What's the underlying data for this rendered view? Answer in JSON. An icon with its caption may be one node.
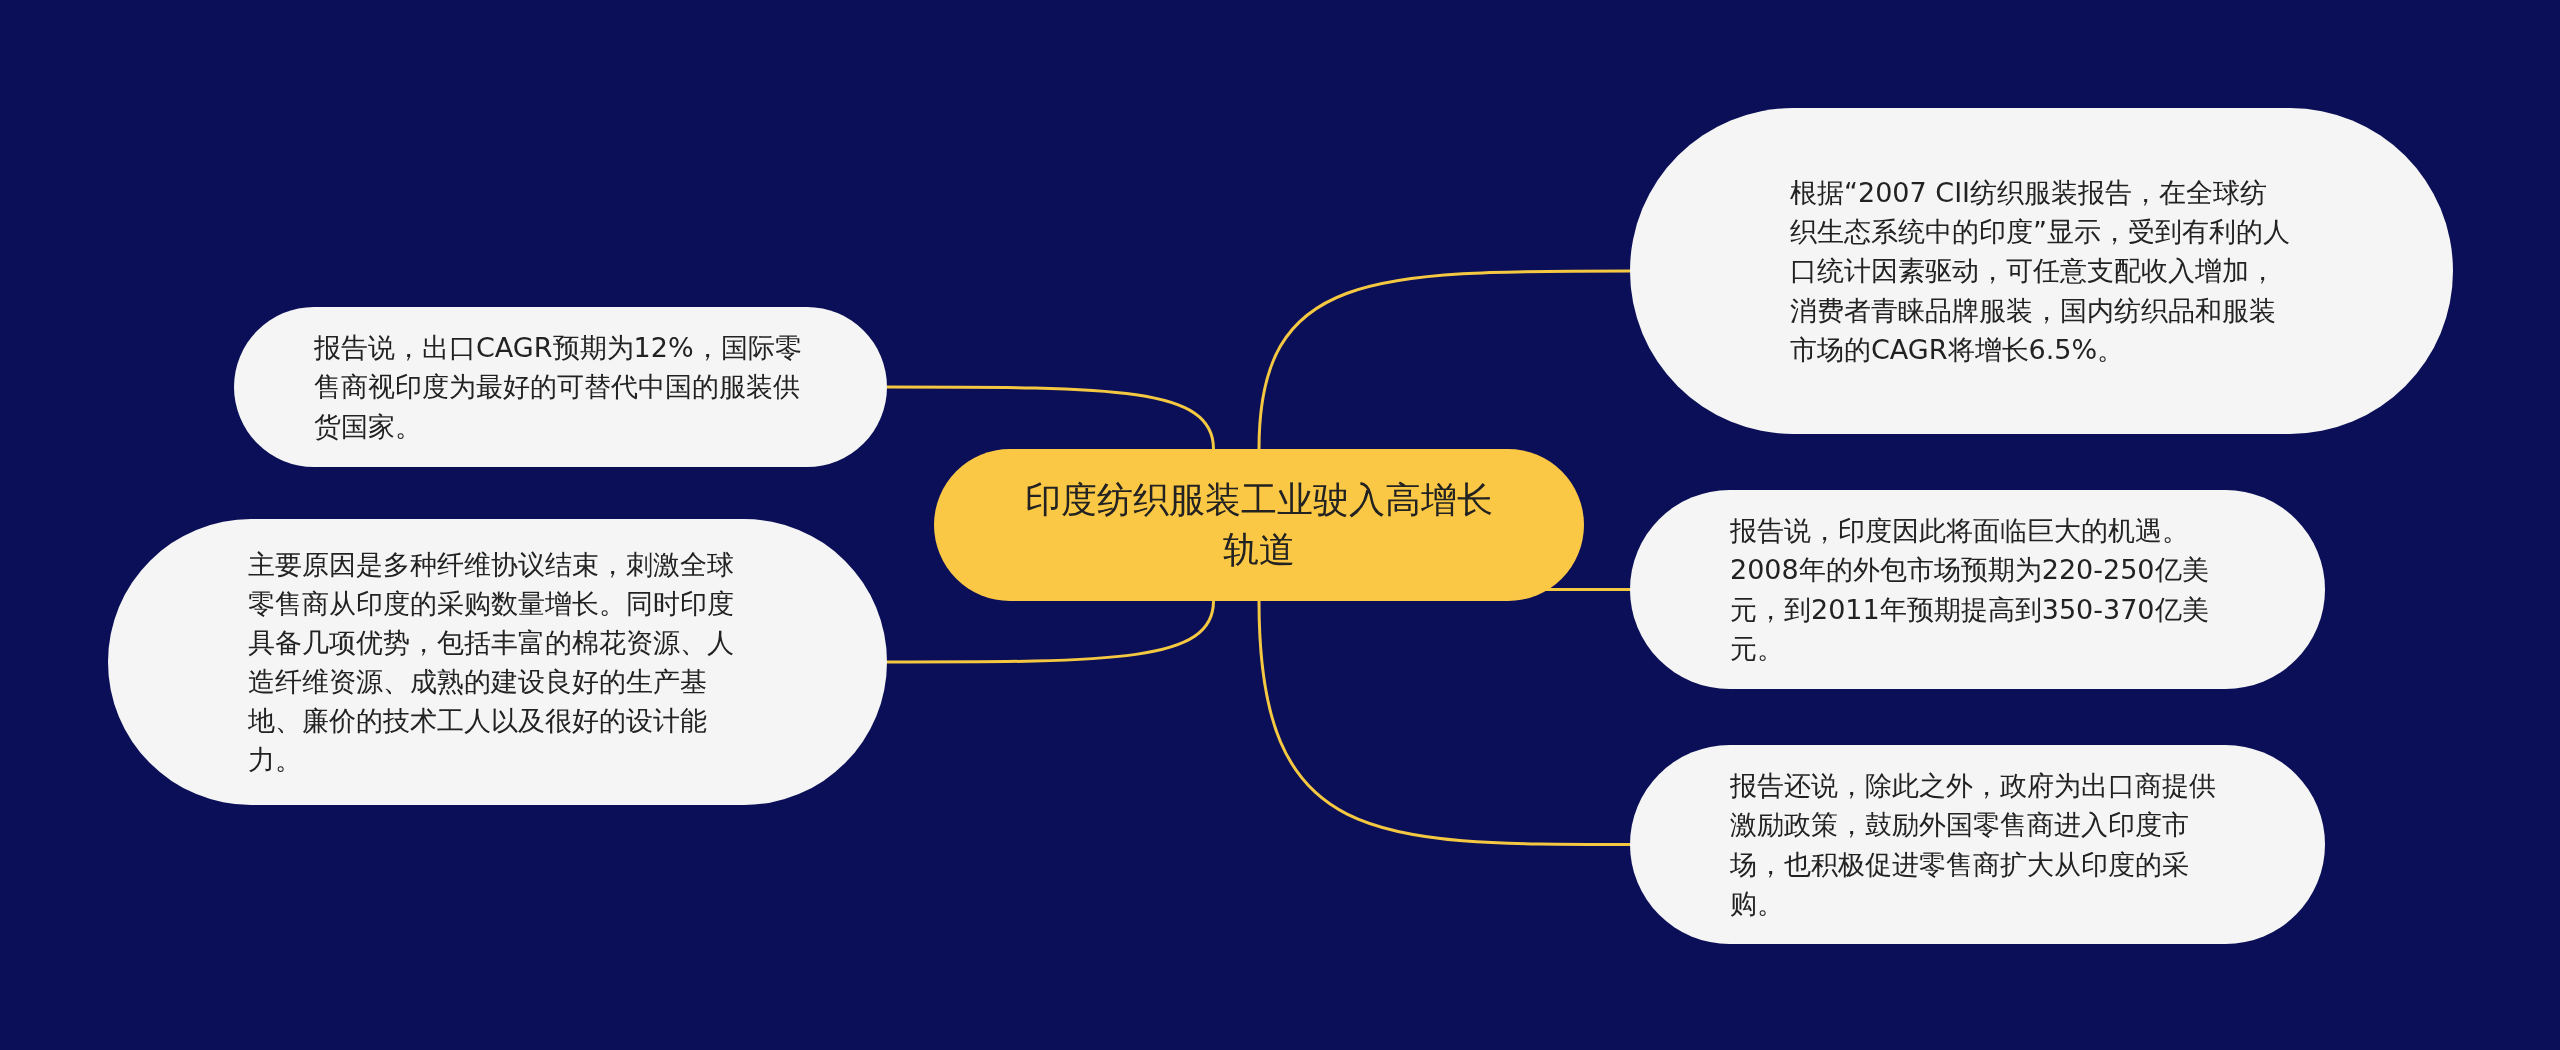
{
  "diagram": {
    "nodes": [
      {
        "text": [
          "印度纺织服装工业驶入高增长轨道"
        ]
      },
      {
        "text": [
          "报告说，出口CAGR预期为12%，国际零售商视印度为最好的可替代中国的服装供货国家。"
        ]
      },
      {
        "text": [
          "主要原因是多种纤维协议结束，刺激全球零售商从印度的采购数量增长。同时印度具备几项优势，包括丰富的棉花资源、人造纤维资源、成熟的建设良好的生产基地、廉价的技术工人以及很好的设计能力。"
        ]
      },
      {
        "text": [
          "根据“2007 CII纺织服装报告，在全球纺织生态系统中的印度”显示，受到有利的人口统计因素驱动，可任意支配收入增加，消费者青睐品牌服装，国内纺织品和服装市场的CAGR将增长6.5%。"
        ]
      },
      {
        "text": [
          "报告说，印度因此将面临巨大的机遇。2008年的外包市场预期为220-250亿美元，到2011年预期提高到350-370亿美元。"
        ]
      },
      {
        "text": [
          "报告还说，除此之外，政府为出口商提供激励政策，鼓励外国零售商进入印度市场，也积极促进零售商扩大从印度的采购。"
        ]
      }
    ],
    "edges": [
      {
        "from": 0,
        "to": 1,
        "arrow": "none"
      },
      {
        "from": 0,
        "to": 2,
        "arrow": "none"
      },
      {
        "from": 0,
        "to": 3,
        "arrow": "none"
      },
      {
        "from": 0,
        "to": 4,
        "arrow": "none"
      },
      {
        "from": 0,
        "to": 5,
        "arrow": "none"
      }
    ]
  }
}
